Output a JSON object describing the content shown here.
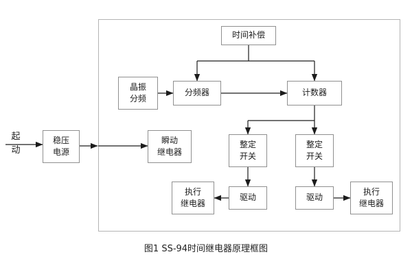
{
  "diagram": {
    "start_label": "起\n动",
    "blocks": {
      "power_supply": "稳压\n电源",
      "time_compensation": "时间补偿",
      "crystal_divider": "晶振\n分频",
      "frequency_divider": "分频器",
      "counter": "计数器",
      "instant_relay": "瞬动\n继电器",
      "setting_switch_left": "整定\n开关",
      "setting_switch_right": "整定\n开关",
      "drive_left": "驱动",
      "drive_right": "驱动",
      "exec_relay_left": "执行\n继电器",
      "exec_relay_right": "执行\n继电器"
    },
    "caption": "图1  SS-94时间继电器原理框图"
  }
}
